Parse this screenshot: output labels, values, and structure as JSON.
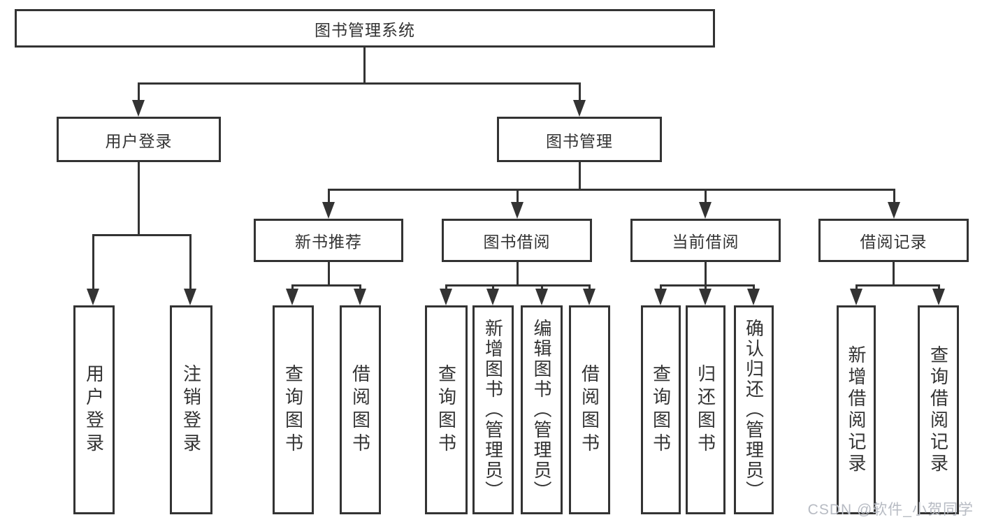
{
  "nodes": {
    "root": "图书管理系统",
    "user_login": "用户登录",
    "book_mgmt": "图书管理",
    "new_books": "新书推荐",
    "book_borrow": "图书借阅",
    "current_borrow": "当前借阅",
    "borrow_records": "借阅记录",
    "leaf_user_login": "用户登录",
    "leaf_logout": "注销登录",
    "leaf_nb_query": "查询图书",
    "leaf_nb_borrow": "借阅图书",
    "leaf_bb_query": "查询图书",
    "leaf_bb_add": "新增图书（管理员）",
    "leaf_bb_edit": "编辑图书（管理员）",
    "leaf_bb_borrow": "借阅图书",
    "leaf_cb_query": "查询图书",
    "leaf_cb_return": "归还图书",
    "leaf_cb_confirm": "确认归还（管理员）",
    "leaf_br_add": "新增借阅记录",
    "leaf_br_query": "查询借阅记录"
  },
  "watermark": "CSDN @软件_小贺同学",
  "colors": {
    "line": "#333333",
    "text": "#333333",
    "watermark": "#b7bbc3",
    "background": "#ffffff"
  }
}
